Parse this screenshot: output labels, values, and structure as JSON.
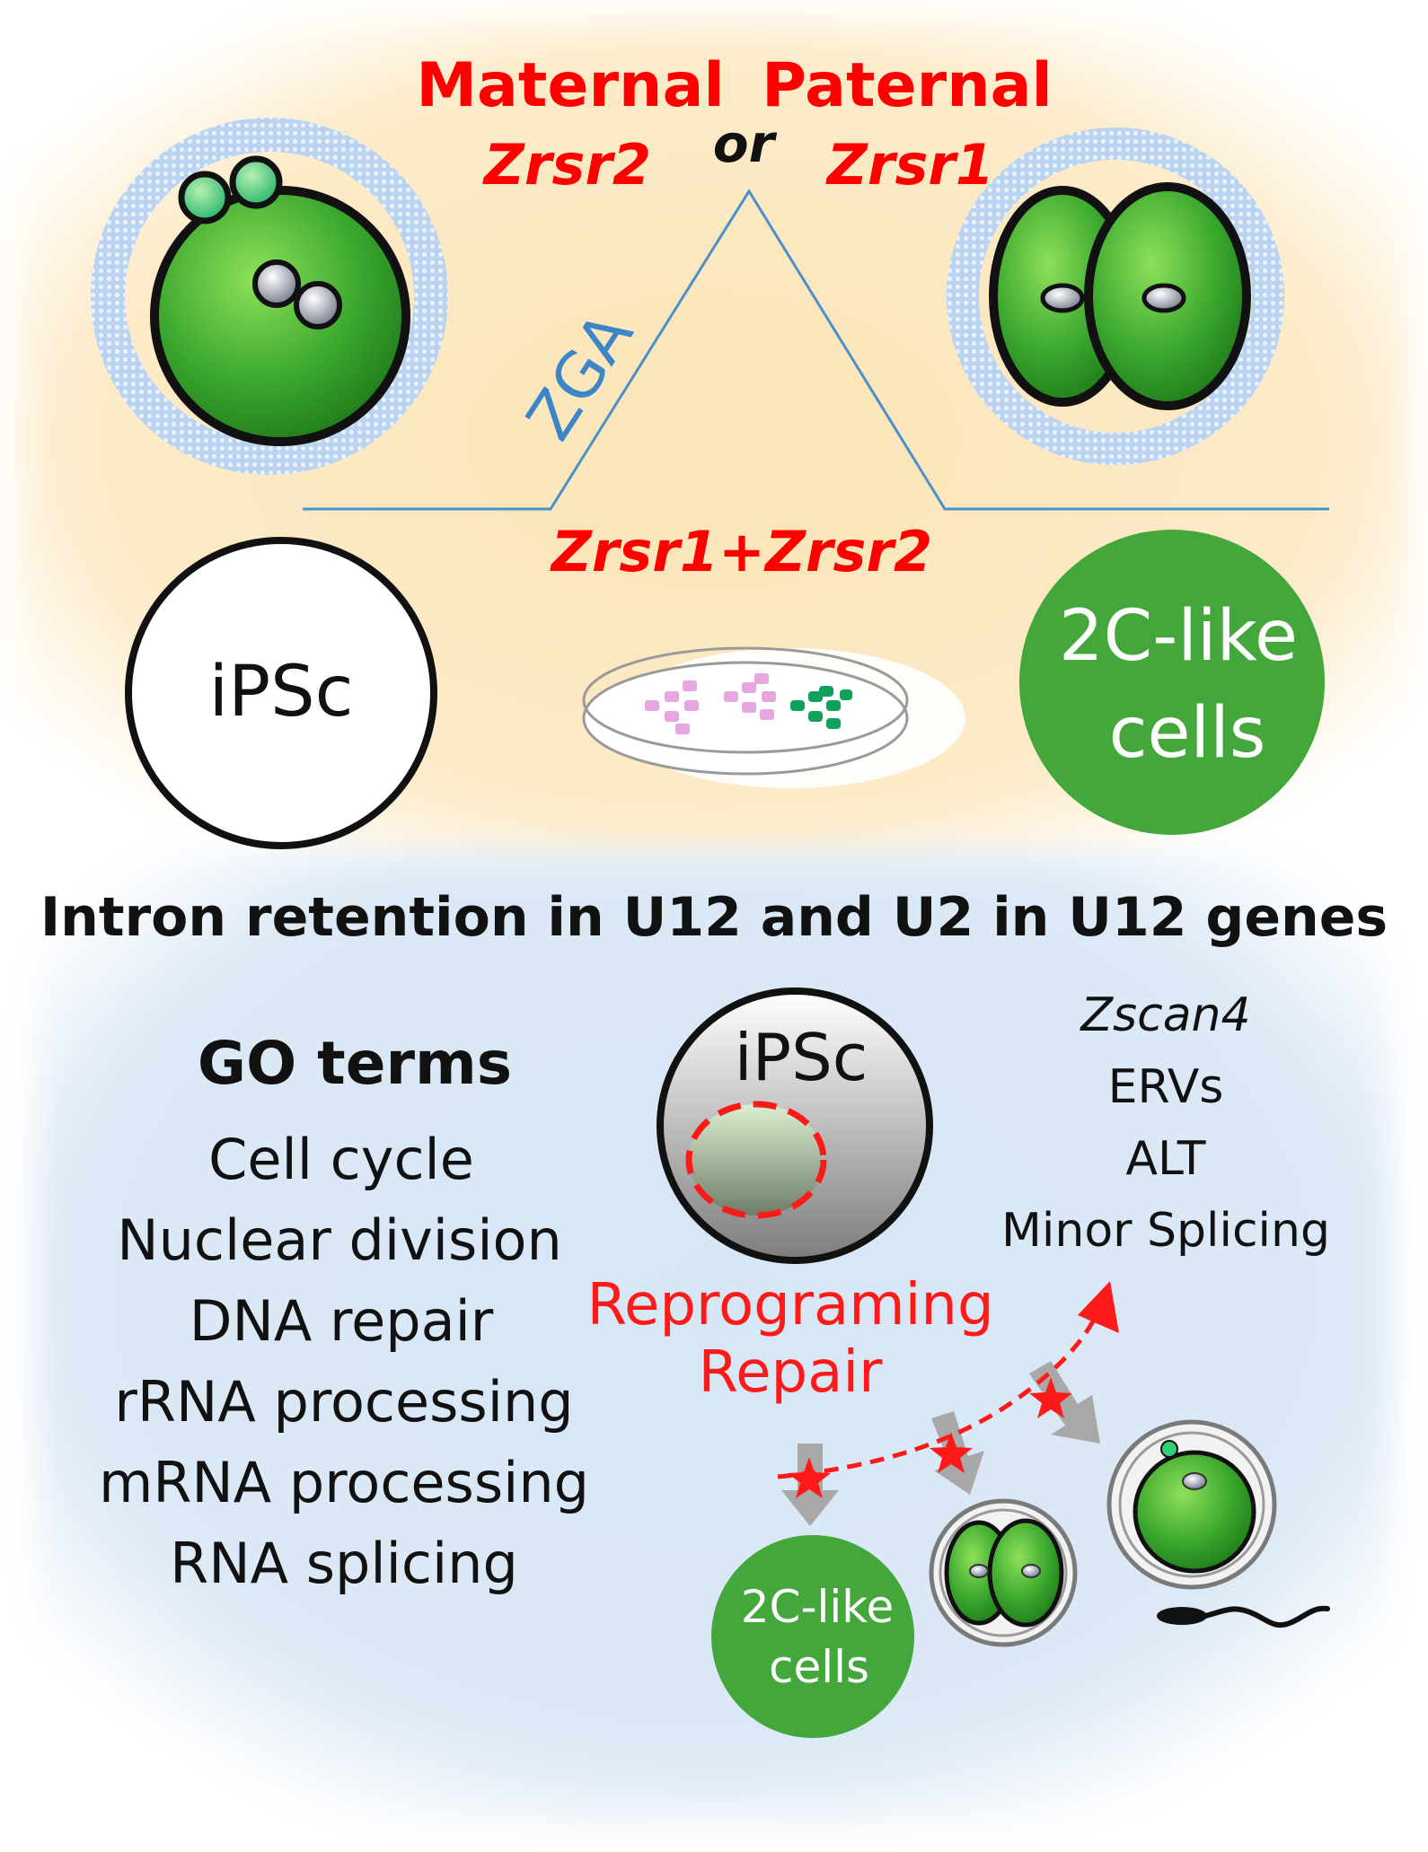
{
  "colors": {
    "top_panel_bg": "#fdefd2",
    "bottom_panel_bg": "#dde9f5",
    "red": "#ff0000",
    "cell_green": "#3fa63a",
    "zga_blue": "#3a86c8",
    "text_dark": "#111111",
    "arrow_gray": "#a8a8a8"
  },
  "top_section": {
    "maternal_label": "Maternal",
    "maternal_gene": "Zrsr2",
    "or_label": "or",
    "paternal_label": "Paternal",
    "paternal_gene": "Zrsr1",
    "zga_label": "ZGA",
    "combined_genes": "Zrsr1+Zrsr2",
    "ipsc_label": "iPSc",
    "twoc_line1": "2C-like",
    "twoc_line2": "cells"
  },
  "bottom_section": {
    "heading": "Intron retention in U12 and U2 in U12 genes",
    "go_title": "GO terms",
    "go_terms": [
      "Cell cycle",
      "Nuclear division",
      "DNA repair",
      "rRNA processing",
      "mRNA processing",
      "RNA splicing"
    ],
    "ipsc_label": "iPSc",
    "right_terms": [
      "Zscan4",
      "ERVs",
      "ALT",
      "Minor Splicing"
    ],
    "reprogram_line1": "Reprograming",
    "reprogram_line2": "Repair",
    "twoc_line1": "2C-like",
    "twoc_line2": "cells"
  }
}
